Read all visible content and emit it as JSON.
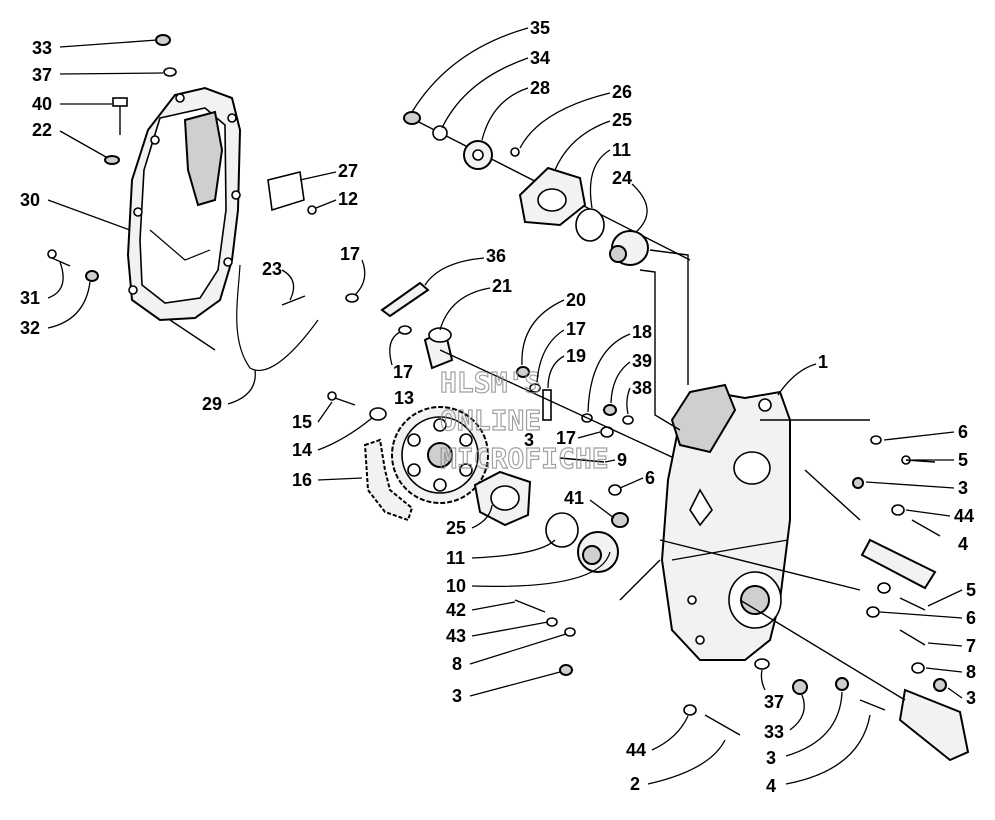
{
  "watermark": {
    "line1": "HLSM'S",
    "line2": "ONLINE",
    "line3": "MICROFICHE"
  },
  "callouts": [
    {
      "id": "c-33-top",
      "label": "33"
    },
    {
      "id": "c-37-top",
      "label": "37"
    },
    {
      "id": "c-40",
      "label": "40"
    },
    {
      "id": "c-22",
      "label": "22"
    },
    {
      "id": "c-30",
      "label": "30"
    },
    {
      "id": "c-31",
      "label": "31"
    },
    {
      "id": "c-32",
      "label": "32"
    },
    {
      "id": "c-27",
      "label": "27"
    },
    {
      "id": "c-12",
      "label": "12"
    },
    {
      "id": "c-23",
      "label": "23"
    },
    {
      "id": "c-29",
      "label": "29"
    },
    {
      "id": "c-17-a",
      "label": "17"
    },
    {
      "id": "c-36",
      "label": "36"
    },
    {
      "id": "c-21",
      "label": "21"
    },
    {
      "id": "c-17-b",
      "label": "17"
    },
    {
      "id": "c-35",
      "label": "35"
    },
    {
      "id": "c-34",
      "label": "34"
    },
    {
      "id": "c-28",
      "label": "28"
    },
    {
      "id": "c-26",
      "label": "26"
    },
    {
      "id": "c-25-top",
      "label": "25"
    },
    {
      "id": "c-11-top",
      "label": "11"
    },
    {
      "id": "c-24",
      "label": "24"
    },
    {
      "id": "c-20",
      "label": "20"
    },
    {
      "id": "c-17-c",
      "label": "17"
    },
    {
      "id": "c-19",
      "label": "19"
    },
    {
      "id": "c-18",
      "label": "18"
    },
    {
      "id": "c-39",
      "label": "39"
    },
    {
      "id": "c-38",
      "label": "38"
    },
    {
      "id": "c-1",
      "label": "1"
    },
    {
      "id": "c-15",
      "label": "15"
    },
    {
      "id": "c-13",
      "label": "13"
    },
    {
      "id": "c-14",
      "label": "14"
    },
    {
      "id": "c-16",
      "label": "16"
    },
    {
      "id": "c-3-mid",
      "label": "3"
    },
    {
      "id": "c-17-d",
      "label": "17"
    },
    {
      "id": "c-9",
      "label": "9"
    },
    {
      "id": "c-6-mid",
      "label": "6"
    },
    {
      "id": "c-41",
      "label": "41"
    },
    {
      "id": "c-25-bot",
      "label": "25"
    },
    {
      "id": "c-11-bot",
      "label": "11"
    },
    {
      "id": "c-10",
      "label": "10"
    },
    {
      "id": "c-42",
      "label": "42"
    },
    {
      "id": "c-43",
      "label": "43"
    },
    {
      "id": "c-8-left",
      "label": "8"
    },
    {
      "id": "c-3-left",
      "label": "3"
    },
    {
      "id": "c-6-r1",
      "label": "6"
    },
    {
      "id": "c-5-r1",
      "label": "5"
    },
    {
      "id": "c-3-r1",
      "label": "3"
    },
    {
      "id": "c-44-r",
      "label": "44"
    },
    {
      "id": "c-4-r",
      "label": "4"
    },
    {
      "id": "c-5-r2",
      "label": "5"
    },
    {
      "id": "c-6-r2",
      "label": "6"
    },
    {
      "id": "c-7",
      "label": "7"
    },
    {
      "id": "c-8-r",
      "label": "8"
    },
    {
      "id": "c-3-r2",
      "label": "3"
    },
    {
      "id": "c-37-bot",
      "label": "37"
    },
    {
      "id": "c-33-bot",
      "label": "33"
    },
    {
      "id": "c-3-bot",
      "label": "3"
    },
    {
      "id": "c-4-bot",
      "label": "4"
    },
    {
      "id": "c-44-bot",
      "label": "44"
    },
    {
      "id": "c-2",
      "label": "2"
    }
  ]
}
